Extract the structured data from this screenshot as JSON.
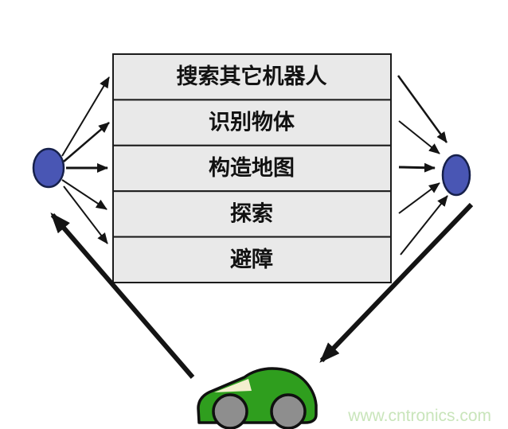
{
  "diagram": {
    "behavior_boxes": [
      {
        "label": "搜索其它机器人"
      },
      {
        "label": "识别物体"
      },
      {
        "label": "构造地图"
      },
      {
        "label": "探索"
      },
      {
        "label": "避障"
      }
    ],
    "nodes": {
      "left": "sensor-input-node",
      "right": "behavior-output-node"
    },
    "colors": {
      "node_fill": "#4956b4",
      "node_stroke": "#16204a",
      "box_fill": "#e9e9e9",
      "box_stroke": "#1b1b1b",
      "arrow": "#141414",
      "car_body": "#2f9e1e",
      "car_outline": "#101010",
      "car_wheel": "#8e8e8e",
      "car_windshield": "#f3efce",
      "watermark_color": "#c9e5bb"
    }
  },
  "watermark": {
    "text": "www.cntronics.com"
  }
}
